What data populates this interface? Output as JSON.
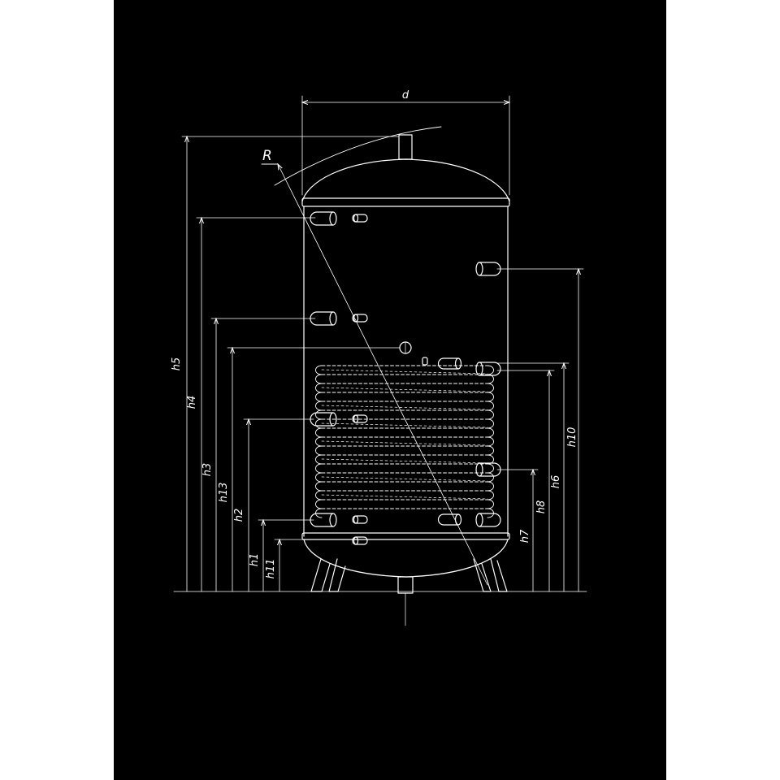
{
  "labels": {
    "d": "d",
    "R": "R",
    "h1": "h1",
    "h2": "h2",
    "h3": "h3",
    "h4": "h4",
    "h5": "h5",
    "h6": "h6",
    "h7": "h7",
    "h8": "h8",
    "h10": "h10",
    "h11": "h11",
    "h13": "h13"
  },
  "colors": {
    "background": "#000000",
    "line": "#ffffff"
  }
}
